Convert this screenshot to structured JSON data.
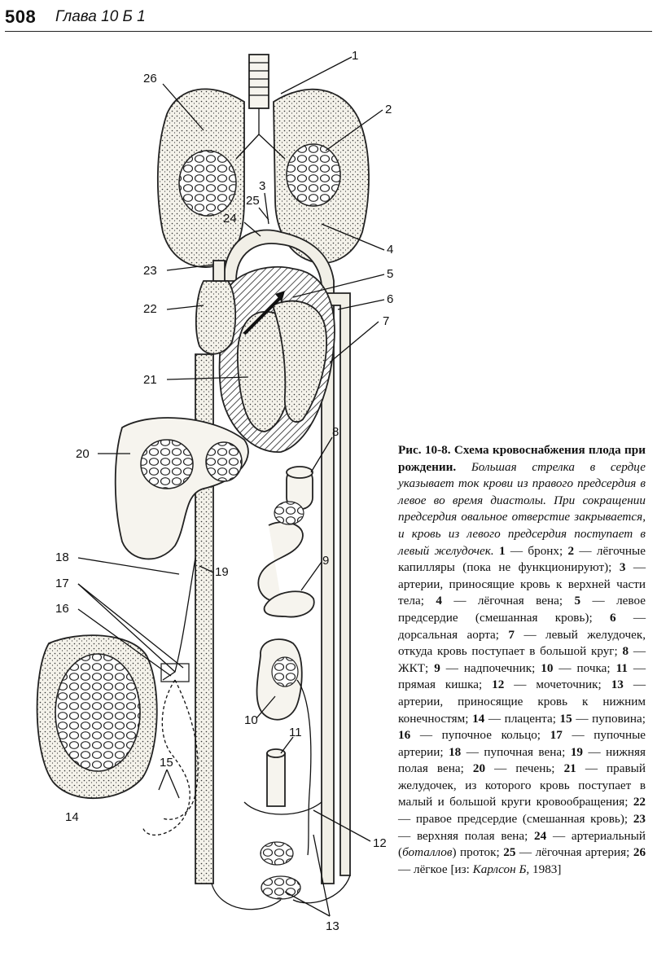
{
  "header": {
    "page_number": "508",
    "chapter_title": "Глава 10 Б 1"
  },
  "figure": {
    "labels": {
      "l1": "1",
      "l2": "2",
      "l3": "3",
      "l4": "4",
      "l5": "5",
      "l6": "6",
      "l7": "7",
      "l8": "8",
      "l9": "9",
      "l10": "10",
      "l11": "11",
      "l12": "12",
      "l13": "13",
      "l14": "14",
      "l15": "15",
      "l16": "16",
      "l17": "17",
      "l18": "18",
      "l19": "19",
      "l20": "20",
      "l21": "21",
      "l22": "22",
      "l23": "23",
      "l24": "24",
      "l25": "25",
      "l26": "26"
    }
  },
  "caption": {
    "fig_number": "Рис. 10-8.",
    "fig_title": "Схема кровоснабжения плода при рождении.",
    "italic_text": "Большая стрелка в сердце указывает ток крови из правого предсердия в левое во время диастолы. При сокращении предсердия овальное отверстие закрывается, и кровь из левого предсердия поступает в левый желудочек.",
    "items": [
      {
        "n": "1",
        "t": "— бронх;"
      },
      {
        "n": "2",
        "t": "— лёгочные капилляры (пока не функционируют);"
      },
      {
        "n": "3",
        "t": "— артерии, приносящие кровь к верхней части тела;"
      },
      {
        "n": "4",
        "t": "— лёгочная вена;"
      },
      {
        "n": "5",
        "t": "— левое предсердие (смешанная кровь);"
      },
      {
        "n": "6",
        "t": "— дорсальная аорта;"
      },
      {
        "n": "7",
        "t": "— левый желудочек, откуда кровь поступает в большой круг;"
      },
      {
        "n": "8",
        "t": "— ЖКТ;"
      },
      {
        "n": "9",
        "t": "— надпочечник;"
      },
      {
        "n": "10",
        "t": "— почка;"
      },
      {
        "n": "11",
        "t": "— прямая кишка;"
      },
      {
        "n": "12",
        "t": "— мочеточник;"
      },
      {
        "n": "13",
        "t": "— артерии, приносящие кровь к нижним конечностям;"
      },
      {
        "n": "14",
        "t": "— плацента;"
      },
      {
        "n": "15",
        "t": "— пуповина;"
      },
      {
        "n": "16",
        "t": "— пупочное кольцо;"
      },
      {
        "n": "17",
        "t": "— пупочные артерии;"
      },
      {
        "n": "18",
        "t": "— пупочная вена;"
      },
      {
        "n": "19",
        "t": "— нижняя полая вена;"
      },
      {
        "n": "20",
        "t": "— печень;"
      },
      {
        "n": "21",
        "t": "— правый желудочек, из которого кровь поступает в малый и большой круги кровообращения;"
      },
      {
        "n": "22",
        "t": "— правое предсердие (смешанная кровь);"
      },
      {
        "n": "23",
        "t": "— верхняя полая вена;"
      },
      {
        "n": "24",
        "t": "— артериальный ("
      },
      {
        "n": "25",
        "t": "— лёгочная артерия;"
      },
      {
        "n": "26",
        "t": "— лёгкое"
      }
    ],
    "item24_italic": "боталлов",
    "item24_tail": ") проток;",
    "source_prefix": "[из:",
    "source_author": "Карлсон Б,",
    "source_year": "1983]"
  }
}
